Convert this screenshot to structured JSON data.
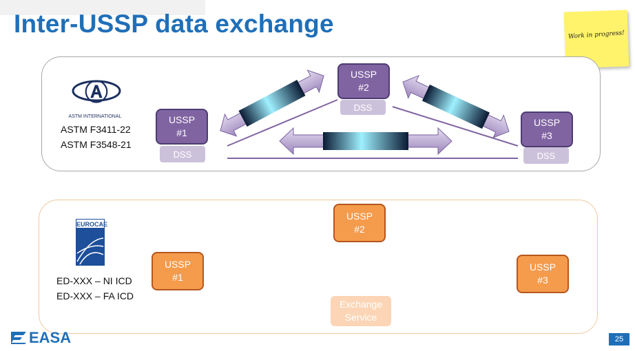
{
  "slide": {
    "title": "Inter-USSP data exchange",
    "page_number": "25",
    "sticky_note": "Work in progress!"
  },
  "astm": {
    "logo_text": "ASTM INTERNATIONAL",
    "standards": [
      "ASTM F3411-22",
      "ASTM F3548-21"
    ],
    "ussp": [
      {
        "label": "USSP\n#1",
        "dss": "DSS"
      },
      {
        "label": "USSP\n#2",
        "dss": "DSS"
      },
      {
        "label": "USSP\n#3",
        "dss": "DSS"
      }
    ]
  },
  "eurocae": {
    "logo_text": "EUROCAE",
    "standards": [
      "ED-XXX – NI ICD",
      "ED-XXX – FA ICD"
    ],
    "ussp": [
      "USSP\n#1",
      "USSP\n#2",
      "USSP\n#3"
    ],
    "exchange_service": "Exchange\nService"
  },
  "footer": {
    "brand": "EASA"
  },
  "colors": {
    "title_blue": "#1f6fb8",
    "purple": "#8064a2",
    "orange": "#f59b4c"
  }
}
